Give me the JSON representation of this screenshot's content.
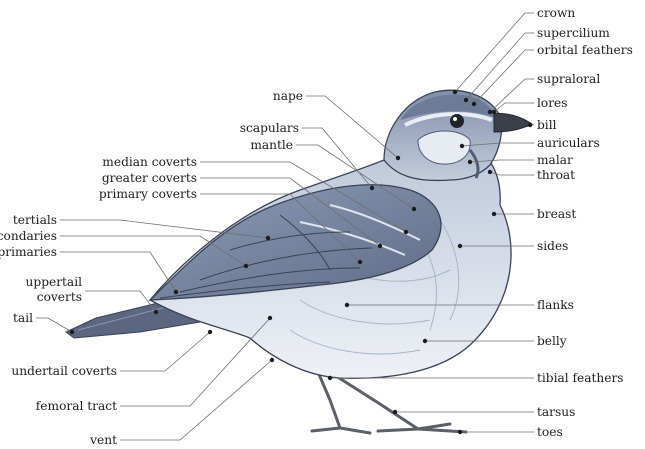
{
  "diagram": {
    "colors": {
      "body_light": "#dde3ee",
      "body_mid": "#a8b6cc",
      "body_dark": "#4f5c74",
      "outline": "#3a4255",
      "bill": "#3b3f4a",
      "legs": "#5a5f68"
    },
    "labels": {
      "crown": "crown",
      "supercilium": "supercilium",
      "orbital_feathers": "orbital feathers",
      "supraloral": "supraloral",
      "lores": "lores",
      "bill": "bill",
      "auriculars": "auriculars",
      "malar": "malar",
      "throat": "throat",
      "breast": "breast",
      "sides": "sides",
      "flanks": "flanks",
      "belly": "belly",
      "tibial_feathers": "tibial feathers",
      "tarsus": "tarsus",
      "toes": "toes",
      "nape": "nape",
      "scapulars": "scapulars",
      "mantle": "mantle",
      "median_coverts": "median coverts",
      "greater_coverts": "greater coverts",
      "primary_coverts": "primary coverts",
      "tertials": "tertials",
      "secondaries": "secondaries",
      "primaries": "primaries",
      "uppertail_coverts_1": "uppertail",
      "uppertail_coverts_2": "coverts",
      "tail": "tail",
      "undertail_coverts": "undertail coverts",
      "femoral_tract": "femoral tract",
      "vent": "vent"
    }
  }
}
